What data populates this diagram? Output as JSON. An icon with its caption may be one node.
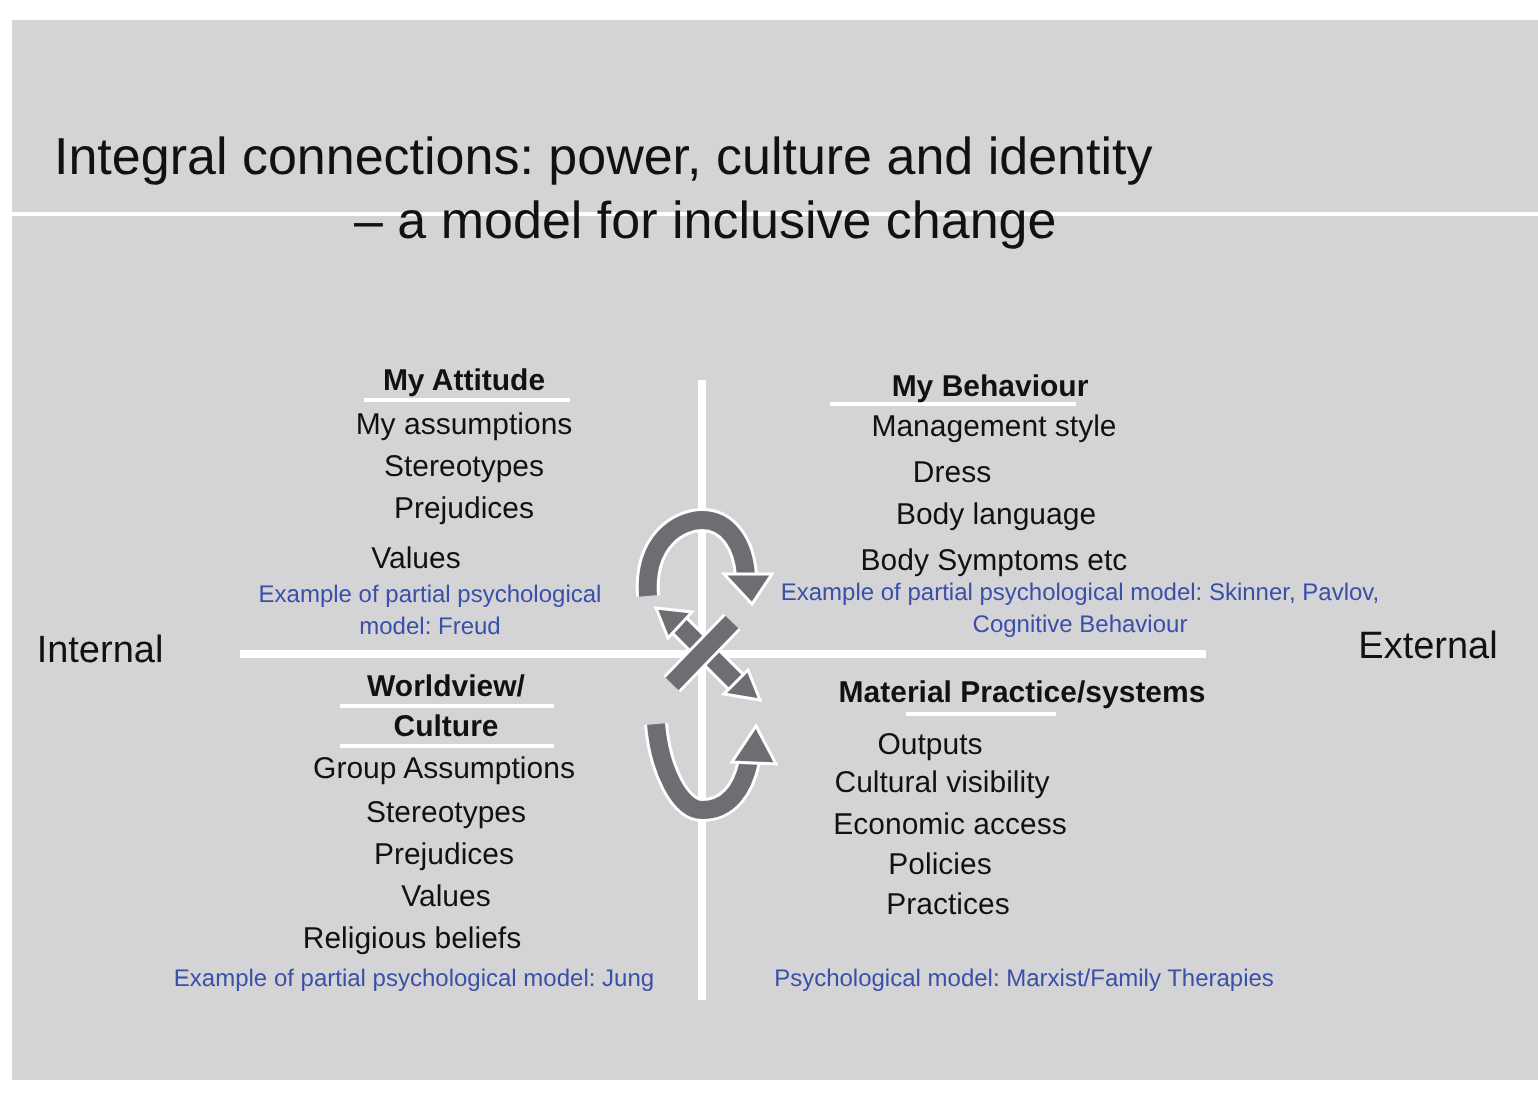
{
  "diagram": {
    "title": "Integral connections: power, culture and identity – a model for inclusive change",
    "labels": [
      "My Attitude",
      "My assumptions",
      "Stereotypes",
      "Prejudices",
      "Values",
      "Example of partial psychological model: Freud",
      "My Behaviour",
      "Management style",
      "Dress",
      "Body language",
      "Body Symptoms etc",
      "Example of partial psychological model: Skinner, Pavlov, Cognitive Behaviour",
      "Internal",
      "External",
      "Worldview/ Culture",
      "Group Assumptions",
      "Stereotypes",
      "Prejudices",
      "Values",
      "Religious beliefs",
      "Example of partial psychological model: Jung",
      "Material Practice/systems",
      "Outputs",
      "Cultural visibility",
      "Economic access",
      "Policies",
      "Practices",
      "Psychological model: Marxist/Family Therapies"
    ]
  }
}
